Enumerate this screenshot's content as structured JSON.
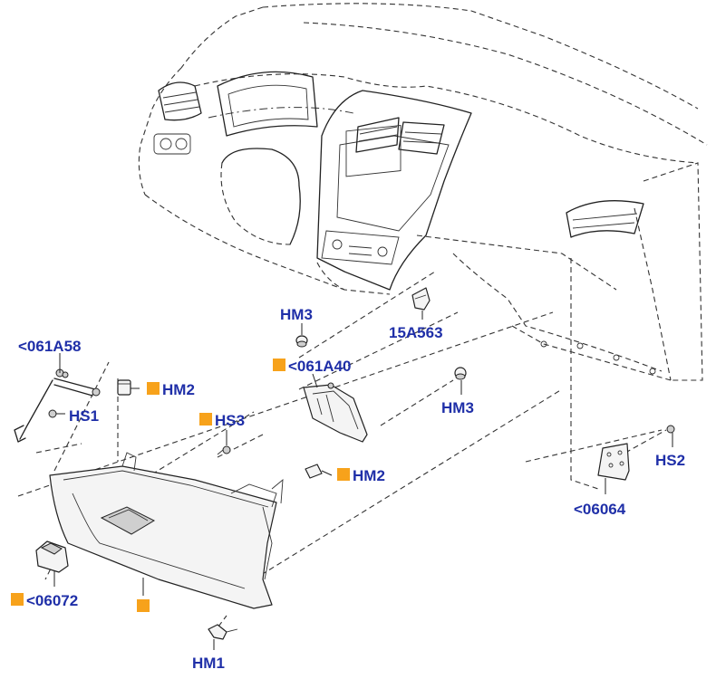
{
  "colors": {
    "label": "#1f2fa8",
    "marker": "#f7a21b",
    "line": "#222222"
  },
  "callouts": {
    "hm3_top": "HM3",
    "p15a563": "15A563",
    "p061a58": "<061A58",
    "hs1": "HS1",
    "hm2_left": "HM2",
    "p061a40": "<061A40",
    "hm3_right": "HM3",
    "hs3": "HS3",
    "hm2_mid": "HM2",
    "hs2": "HS2",
    "p06064": "<06064",
    "p06072": "<06072",
    "hm1": "HM1"
  },
  "markers": [
    "hm2_left",
    "p061a40",
    "hs3",
    "hm2_mid",
    "p06072",
    "glovebox"
  ]
}
